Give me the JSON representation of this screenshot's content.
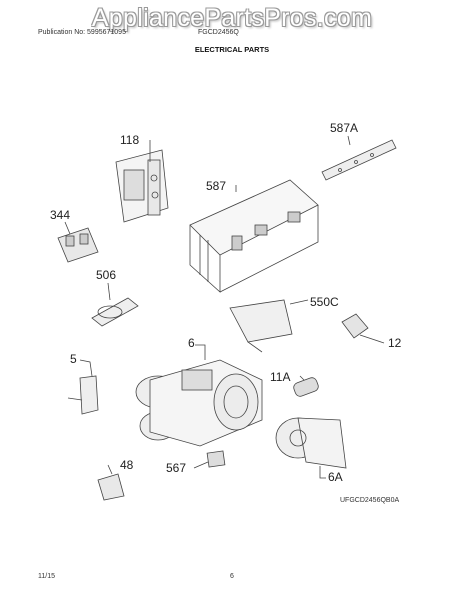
{
  "watermark": "AppliancePartsPros.com",
  "header": {
    "publication": "Publication No: 5995671095",
    "model": "FGCD2456Q",
    "title": "ELECTRICAL PARTS"
  },
  "callouts": {
    "p118": "118",
    "p587A": "587A",
    "p587": "587",
    "p344": "344",
    "p506": "506",
    "p550C": "550C",
    "p12": "12",
    "p6": "6",
    "p5": "5",
    "p11A": "11A",
    "p48": "48",
    "p567": "567",
    "p6A": "6A"
  },
  "figure_code": "UFGCD2456QB0A",
  "footer": {
    "date": "11/15",
    "page": "6"
  }
}
